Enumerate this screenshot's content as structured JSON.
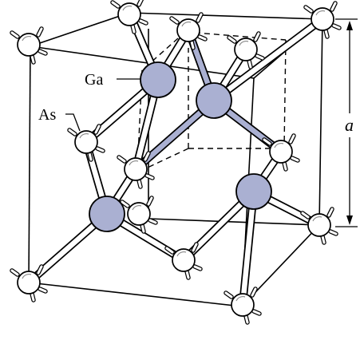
{
  "figure": {
    "labels": {
      "ga": "Ga",
      "as": "As",
      "lattice_constant": "a"
    },
    "colors": {
      "ga_atom": "#aab0d2",
      "as_atom": "#ffffff",
      "edge": "#000000",
      "bond": "#ffffff",
      "ga_bond": "#aab0d2"
    },
    "atom_species": [
      "As",
      "Ga"
    ]
  }
}
